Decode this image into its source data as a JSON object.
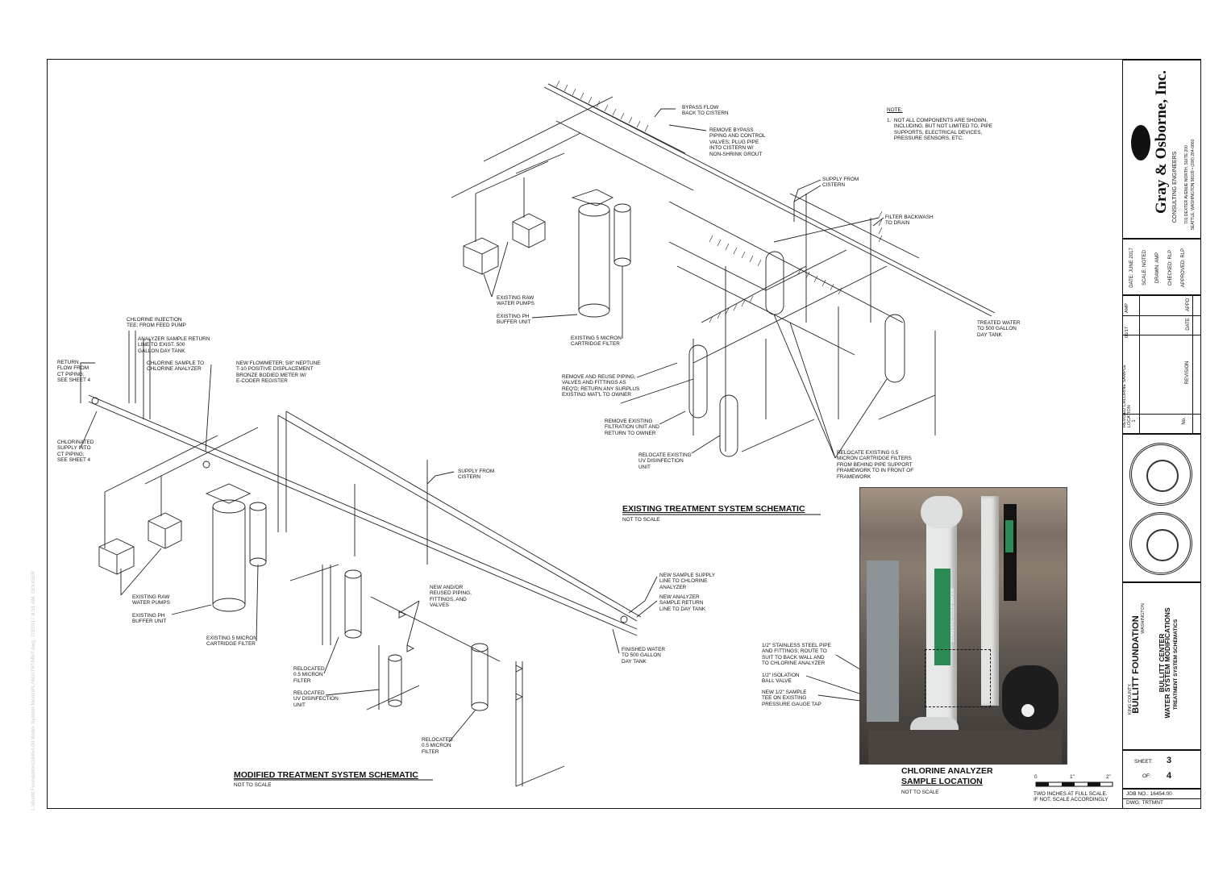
{
  "file_path": "L:\\Bullitt Foundation\\16454.00 Water System Mods\\PLANS\\TRTMNT.dwg, 7/3/2017 8:51 AM, GDUSER",
  "note": {
    "heading": "NOTE:",
    "text": "1.  NOT ALL COMPONENTS ARE SHOWN,\n     INCLUDING, BUT NOT LIMITED TO, PIPE\n     SUPPORTS, ELECTRICAL DEVICES,\n     PRESSURE SENSORS, ETC."
  },
  "existing_schematic": {
    "title": "EXISTING TREATMENT SYSTEM SCHEMATIC",
    "scale": "NOT TO SCALE",
    "labels": {
      "bypass_flow": "BYPASS FLOW\nBACK TO CISTERN",
      "remove_bypass": "REMOVE BYPASS\nPIPING AND CONTROL\nVALVES; PLUG PIPE\nINTO CISTERN W/\nNON-SHRINK GROUT",
      "supply_from_cistern": "SUPPLY FROM\nCISTERN",
      "filter_backwash": "FILTER BACKWASH\nTO DRAIN",
      "existing_raw_pumps": "EXISTING RAW\nWATER PUMPS",
      "ph_buffer": "EXISTING pH\nBUFFER UNIT",
      "cartridge_filter": "EXISTING 5 MICRON\nCARTRIDGE FILTER",
      "treated_water": "TREATED WATER\nTO 500 GALLON\nDAY TANK",
      "remove_reuse": "REMOVE AND REUSE PIPING,\nVALVES AND FITTINGS AS\nREQ'D; RETURN ANY SURPLUS\nEXISTING MAT'L TO OWNER",
      "remove_filtration": "REMOVE EXISTING\nFILTRATION UNIT AND\nRETURN TO OWNER",
      "relocate_uv": "RELOCATE EXISTING\nUV DISINFECTION\nUNIT",
      "relocate_filters": "RELOCATE EXISTING 0.5\nMICRON CARTRIDGE FILTERS\nFROM BEHIND PIPE SUPPORT\nFRAMEWORK TO IN FRONT OF\nFRAMEWORK"
    }
  },
  "modified_schematic": {
    "title": "MODIFIED TREATMENT SYSTEM SCHEMATIC",
    "scale": "NOT TO SCALE",
    "labels": {
      "chlorine_injection": "CHLORINE INJECTION\nTEE; FROM FEED PUMP",
      "analyzer_return": "ANALYZER SAMPLE RETURN\nLINE TO EXIST. 500\nGALLON DAY TANK",
      "chlorine_sample": "CHLORINE SAMPLE TO\nCHLORINE ANALYZER",
      "return_flow": "RETURN\nFLOW FROM\nCT PIPING;\nSEE SHEET 4",
      "new_flowmeter": "NEW FLOWMETER; 5/8\" NEPTUNE\nT-10 POSITIVE DISPLACEMENT\nBRONZE BODIED METER W/\nE-CODER REGISTER",
      "chlorinated_supply": "CHLORINATED\nSUPPLY INTO\nCT PIPING;\nSEE SHEET 4",
      "supply_from_cistern": "SUPPLY FROM\nCISTERN",
      "existing_raw_pumps": "EXISTING RAW\nWATER PUMPS",
      "ph_buffer": "EXISTING pH\nBUFFER UNIT",
      "cartridge_filter": "EXISTING 5 MICRON\nCARTRIDGE FILTER",
      "new_reused": "NEW AND/OR\nREUSED PIPING,\nFITTINGS, AND\nVALVES",
      "new_sample_supply": "NEW SAMPLE SUPPLY\nLINE TO CHLORINE\nANALYZER",
      "new_analyzer_return": "NEW ANALYZER\nSAMPLE RETURN\nLINE TO DAY TANK",
      "finished_water": "FINISHED WATER\nTO 500 GALLON\nDAY TANK",
      "relocated_filter": "RELOCATED\n0.5 MICRON\nFILTER",
      "relocated_uv": "RELOCATED\nUV DISINFECTION\nUNIT",
      "relocated_filter_2": "RELOCATED\n0.5 MICRON\nFILTER"
    }
  },
  "photo_section": {
    "title_line1": "CHLORINE ANALYZER",
    "title_line2": "SAMPLE LOCATION",
    "scale": "NOT TO SCALE",
    "labels": {
      "stainless_pipe": "1/2\" STAINLESS STEEL PIPE\nAND FITTINGS; ROUTE TO\nSUIT TO BACK WALL AND\nTO CHLORINE ANALYZER",
      "isolation_valve": "1/2\" ISOLATION\nBALL VALVE",
      "sample_tee": "NEW 1/2\" SAMPLE\nTEE ON EXISTING\nPRESSURE GAUGE TAP"
    },
    "pipe_tags": [
      "DOMESTIC COLD WATER",
      "DOMESTIC COLD WATER"
    ]
  },
  "scale_bar": {
    "ticks": [
      "0",
      "1\"",
      "2\""
    ],
    "note": "TWO INCHES AT FULL SCALE.\nIF NOT, SCALE ACCORDINGLY"
  },
  "title_block": {
    "firm_name": "Gray & Osborne, Inc.",
    "firm_sub": "CONSULTING ENGINEERS",
    "firm_address": "701 DEXTER AVENUE NORTH, SUITE 200",
    "firm_city": "SEATTLE, WASHINGTON 98109  •  (206) 284-0860",
    "date": "DATE: JUNE 2017",
    "scale": "SCALE:   NOTED",
    "drawn": "DRAWN:       AMP",
    "checked": "CHECKED:    RLP",
    "approved": "APPROVED:    RLP",
    "revision_text": "REVISED CHLORINE SAMPLE\nLOCATION",
    "revision_date": "06/17",
    "revision_appd": "AMP",
    "col_no": "No.",
    "col_revision": "REVISION",
    "col_date": "DATE",
    "col_appd": "APPD",
    "rev_number": "1",
    "client": "BULLITT  FOUNDATION",
    "client_county": "KING COUNTY",
    "client_state": "WASHINGTON",
    "project": "BULLITT CENTER",
    "project_sub": "WATER SYSTEM MODIFICATIONS",
    "sheet_title": "TREATMENT SYSTEM SCHEMATICS",
    "sheet_label": "SHEET:",
    "sheet_num": "3",
    "of_label": "OF:",
    "of_num": "4",
    "job_no": "JOB NO.:  16454.00",
    "dwg": "DWG:  TRTMNT"
  }
}
